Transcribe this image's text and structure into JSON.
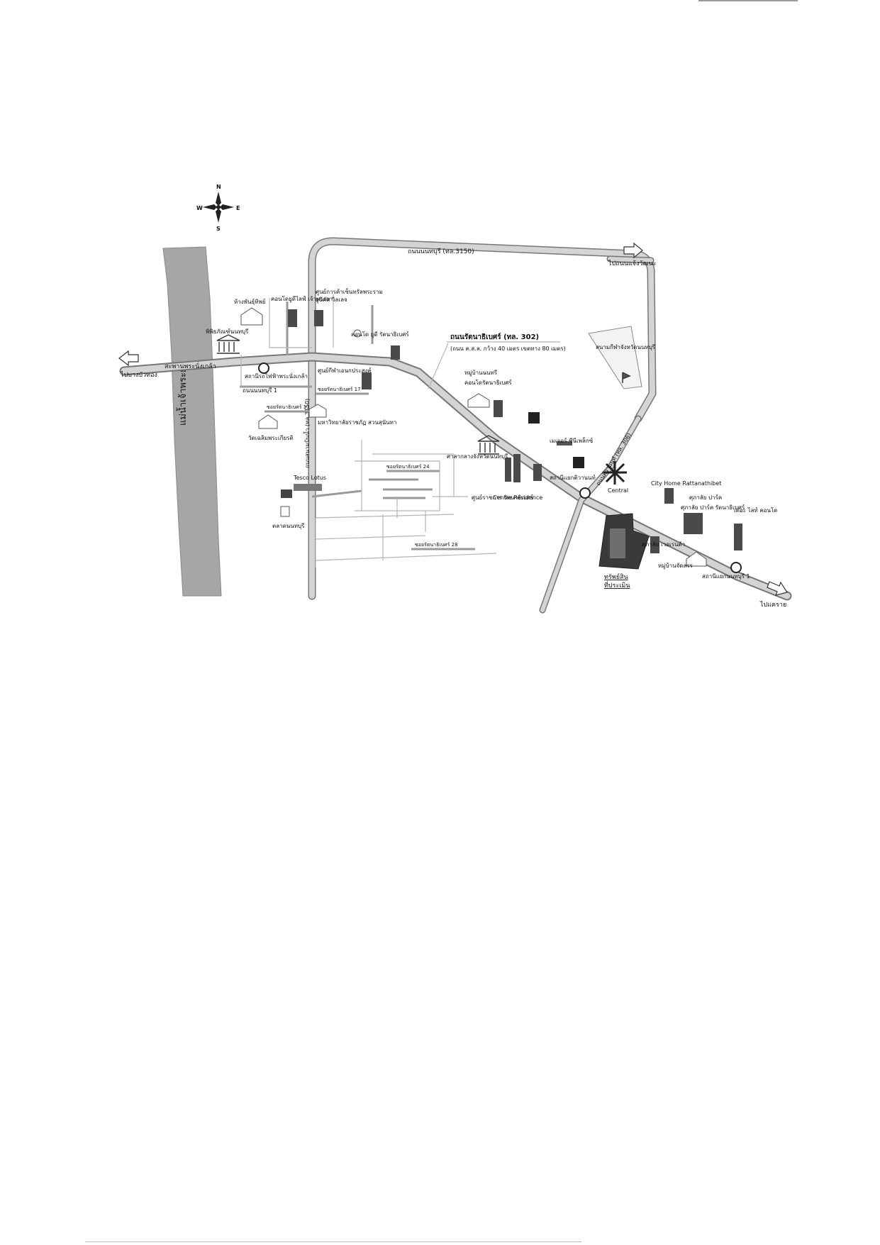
{
  "compass": {
    "north": "N",
    "south": "S",
    "east": "E",
    "west": "W"
  },
  "river": {
    "name": "แม่น้ำเจ้าพระยา"
  },
  "roads": {
    "north_road": "ถนนนนทบุรี (ทล.3150)",
    "main_road": "ถนนรัตนาธิเบศร์ (ทล. 302)",
    "main_road_note": "(ถนน ค.ส.ล. กว้าง 40 เมตร เขตทาง 80 เมตร)",
    "bridge": "สะพานพระนั่งเกล้า",
    "west_exit": "ไปบางบัวทอง",
    "northeast_exit": "ไปถนนแจ้งวัฒนะ",
    "southeast_exit": "ไปแคราย",
    "side_road": "ถนนนนทบุรี 1",
    "vertical_road": "ถนนสนามบินน้ำ (ทล.3150)",
    "diagonal_road": "ถนนติวานนท์ (ทล. 306)",
    "soi_labels": [
      "ซอยรัตนาธิเบศร์ 13",
      "ซอยรัตนาธิเบศร์ 17",
      "ซอยรัตนาธิเบศร์ 24",
      "ซอยรัตนาธิเบศร์ 28"
    ]
  },
  "landmarks": [
    "พิพิธภัณฑ์นนทบุรี",
    "ห้างพันธุ์ทิพย์",
    "คอนโดยูดีไลฟ์ เจ้าพระยา",
    "ศูนย์การค้าเซ็นทรัลพระราม",
    "ยูนิคัส วิลเลจ",
    "คอนโด ยูดี รัตนาธิเบศร์",
    "สถานีรถไฟฟ้าพระนั่งเกล้า",
    "ศูนย์กีฬาเอนกประสงค์",
    "มหาวิทยาลัยราชภัฏ สวนสุนันทา",
    "วัดเฉลิมพระเกียรติ",
    "Tesco Lotus",
    "ตลาดนนทบุรี",
    "หมู่บ้านนนทรี",
    "คอนโดรัตนาธิเบศร์",
    "ศาลากลางจังหวัดนนทบุรี",
    "ศูนย์ราชการ รัตนาธิเบศร์",
    "Centre Residence",
    "สถานีแยกติวานนท์",
    "Central",
    "City Home Rattanathibet",
    "ศุภาลัย ปาร์ค",
    "ศุภาลัย ปาร์ค รัตนาธิเบศร์",
    "เดอะ ไลท์ คอนโด",
    "ศุภาลัย เวอเรนด้า",
    "หมู่บ้านจัดสรร",
    "สถานีแยกนนทบุรี 1",
    "ทรัพย์สินที่ประเมิน",
    "สนามกีฬาจังหวัดนนทบุรี",
    "เมเจอร์ ซีนีเพล็กซ์"
  ],
  "subject": {
    "title": "ทรัพย์สิน",
    "subtitle": "ที่ประเมิน"
  },
  "colors": {
    "river": "#a6a6a6",
    "road": "#d4d4d4",
    "subject": "#3a3a3a",
    "building": "#4a4a4a"
  }
}
